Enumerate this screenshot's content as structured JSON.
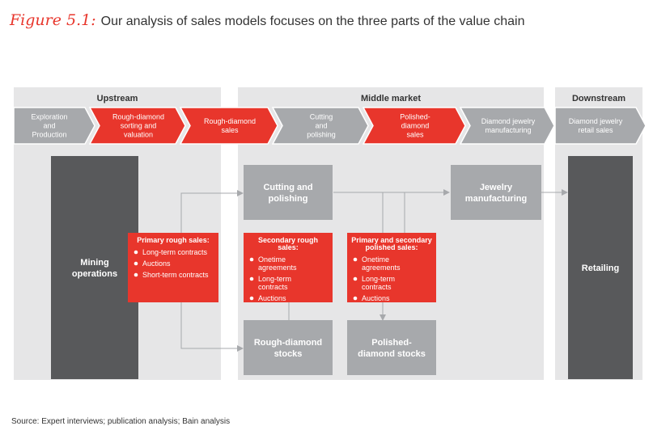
{
  "title": {
    "figure_label": "Figure 5.1:",
    "text": "Our analysis of sales models focuses on the three parts of the value chain"
  },
  "colors": {
    "red": "#e8362c",
    "gray_dark": "#58595b",
    "gray_mid": "#a7a9ac",
    "panel": "#e6e6e7",
    "arrow": "#a7a9ac"
  },
  "sections": [
    {
      "label": "Upstream"
    },
    {
      "label": "Middle market"
    },
    {
      "label": "Downstream"
    }
  ],
  "chevrons": [
    {
      "lines": [
        "Exploration",
        "and",
        "Production"
      ],
      "color": "gray"
    },
    {
      "lines": [
        "Rough-diamond",
        "sorting and",
        "valuation"
      ],
      "color": "red"
    },
    {
      "lines": [
        "Rough-diamond",
        "sales"
      ],
      "color": "red"
    },
    {
      "lines": [
        "Cutting",
        "and",
        "polishing"
      ],
      "color": "gray"
    },
    {
      "lines": [
        "Polished-",
        "diamond",
        "sales"
      ],
      "color": "red"
    },
    {
      "lines": [
        "Diamond jewelry",
        "manufacturing"
      ],
      "color": "gray"
    },
    {
      "lines": [
        "Diamond jewelry",
        "retail sales"
      ],
      "color": "gray"
    }
  ],
  "boxes": {
    "mining": {
      "lines": [
        "Mining",
        "operations"
      ]
    },
    "cutting": {
      "lines": [
        "Cutting and",
        "polishing"
      ]
    },
    "jewelry": {
      "lines": [
        "Jewelry",
        "manufacturing"
      ]
    },
    "retailing": {
      "lines": [
        "Retailing"
      ]
    },
    "rough_stocks": {
      "lines": [
        "Rough-diamond",
        "stocks"
      ]
    },
    "polished_stocks": {
      "lines": [
        "Polished-",
        "diamond stocks"
      ]
    }
  },
  "sales_boxes": {
    "primary_rough": {
      "heading": [
        "Primary rough sales:"
      ],
      "items": [
        [
          "Long-term contracts"
        ],
        [
          "Auctions"
        ],
        [
          "Short-term contracts"
        ]
      ]
    },
    "secondary_rough": {
      "heading": [
        "Secondary rough",
        "sales:"
      ],
      "items": [
        [
          "Onetime",
          "agreements"
        ],
        [
          "Long-term",
          "contracts"
        ],
        [
          "Auctions"
        ]
      ]
    },
    "polished": {
      "heading": [
        "Primary and secondary",
        "polished sales:"
      ],
      "items": [
        [
          "Onetime",
          "agreements"
        ],
        [
          "Long-term",
          "contracts"
        ],
        [
          "Auctions"
        ]
      ]
    }
  },
  "source": "Source:  Expert interviews; publication analysis; Bain analysis"
}
